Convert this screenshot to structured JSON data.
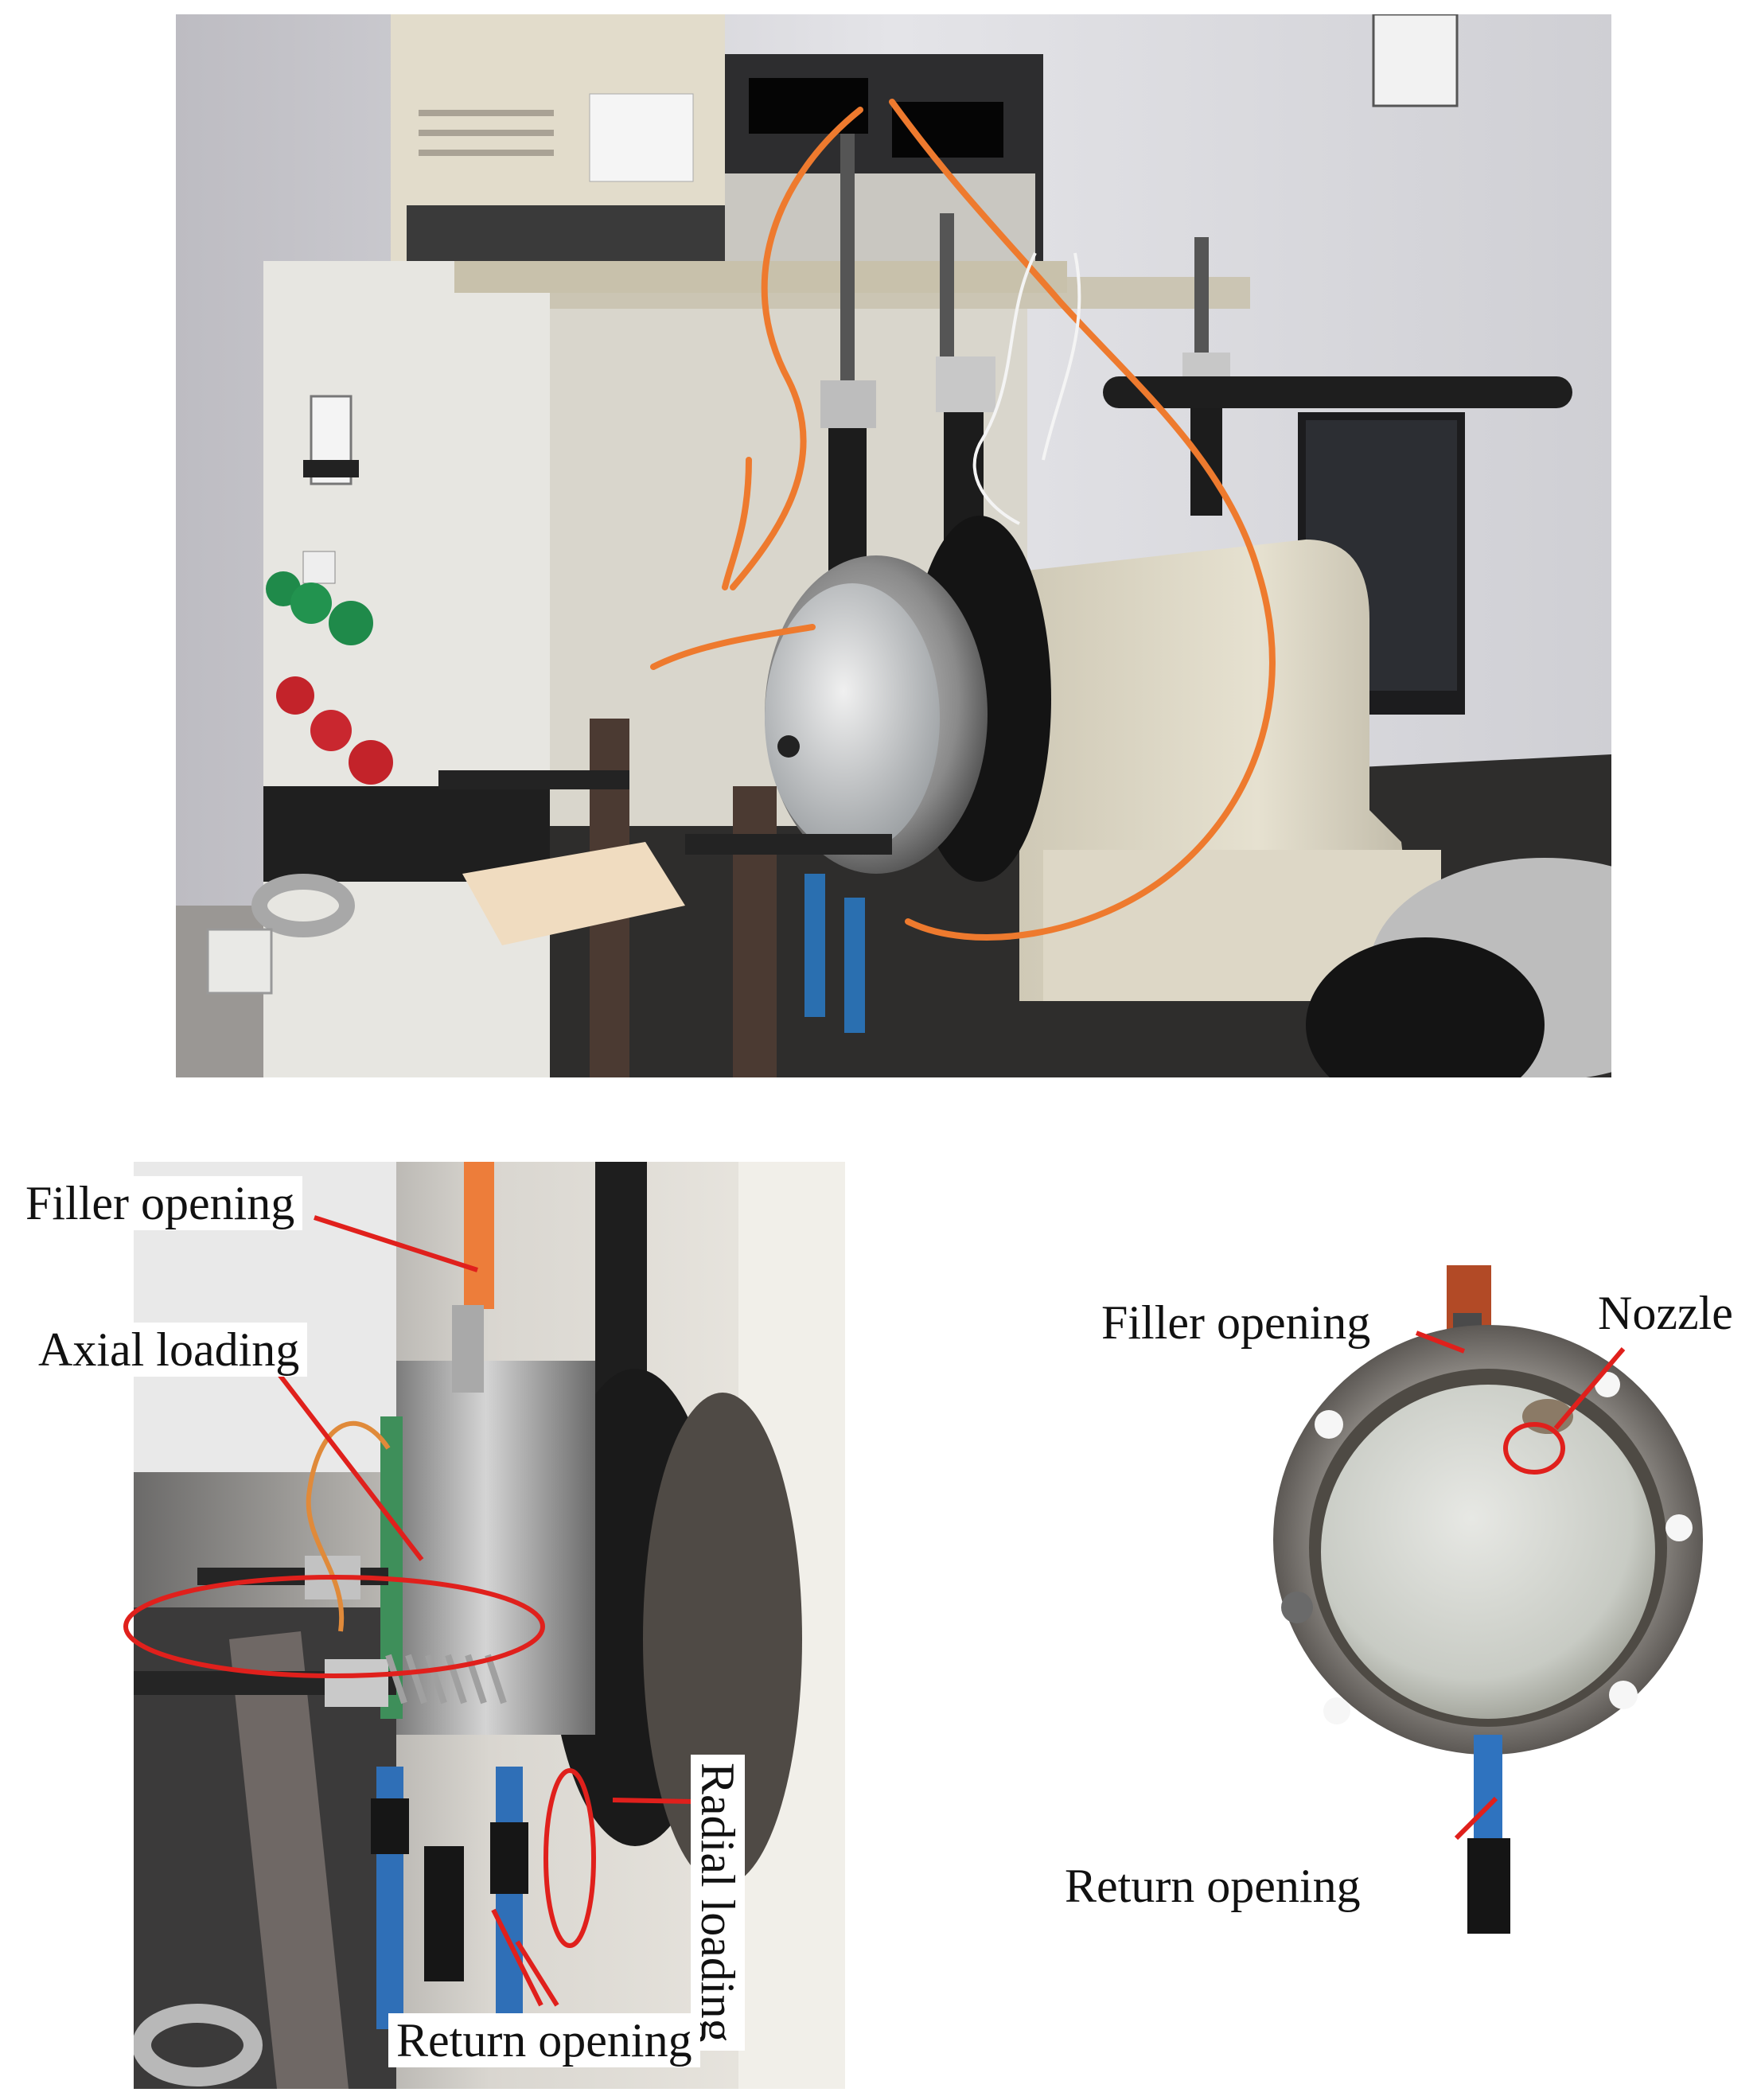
{
  "figure": {
    "top_photo": {
      "icon": "test-rig-photo"
    },
    "left_detail": {
      "icon": "bearing-housing-side-photo",
      "labels": {
        "filler": "Filler opening",
        "axial": "Axial loading",
        "radial": "Radial loading",
        "return": "Return opening"
      }
    },
    "right_detail": {
      "icon": "bearing-front-cover-photo",
      "labels": {
        "filler": "Filler opening",
        "nozzle": "Nozzle",
        "return": "Return opening"
      }
    }
  },
  "colors": {
    "annotation": "#e0201c",
    "orange_cable": "#ee7a2e",
    "machine_body": "#d8d2c0",
    "wall": "#dcdcdc"
  }
}
